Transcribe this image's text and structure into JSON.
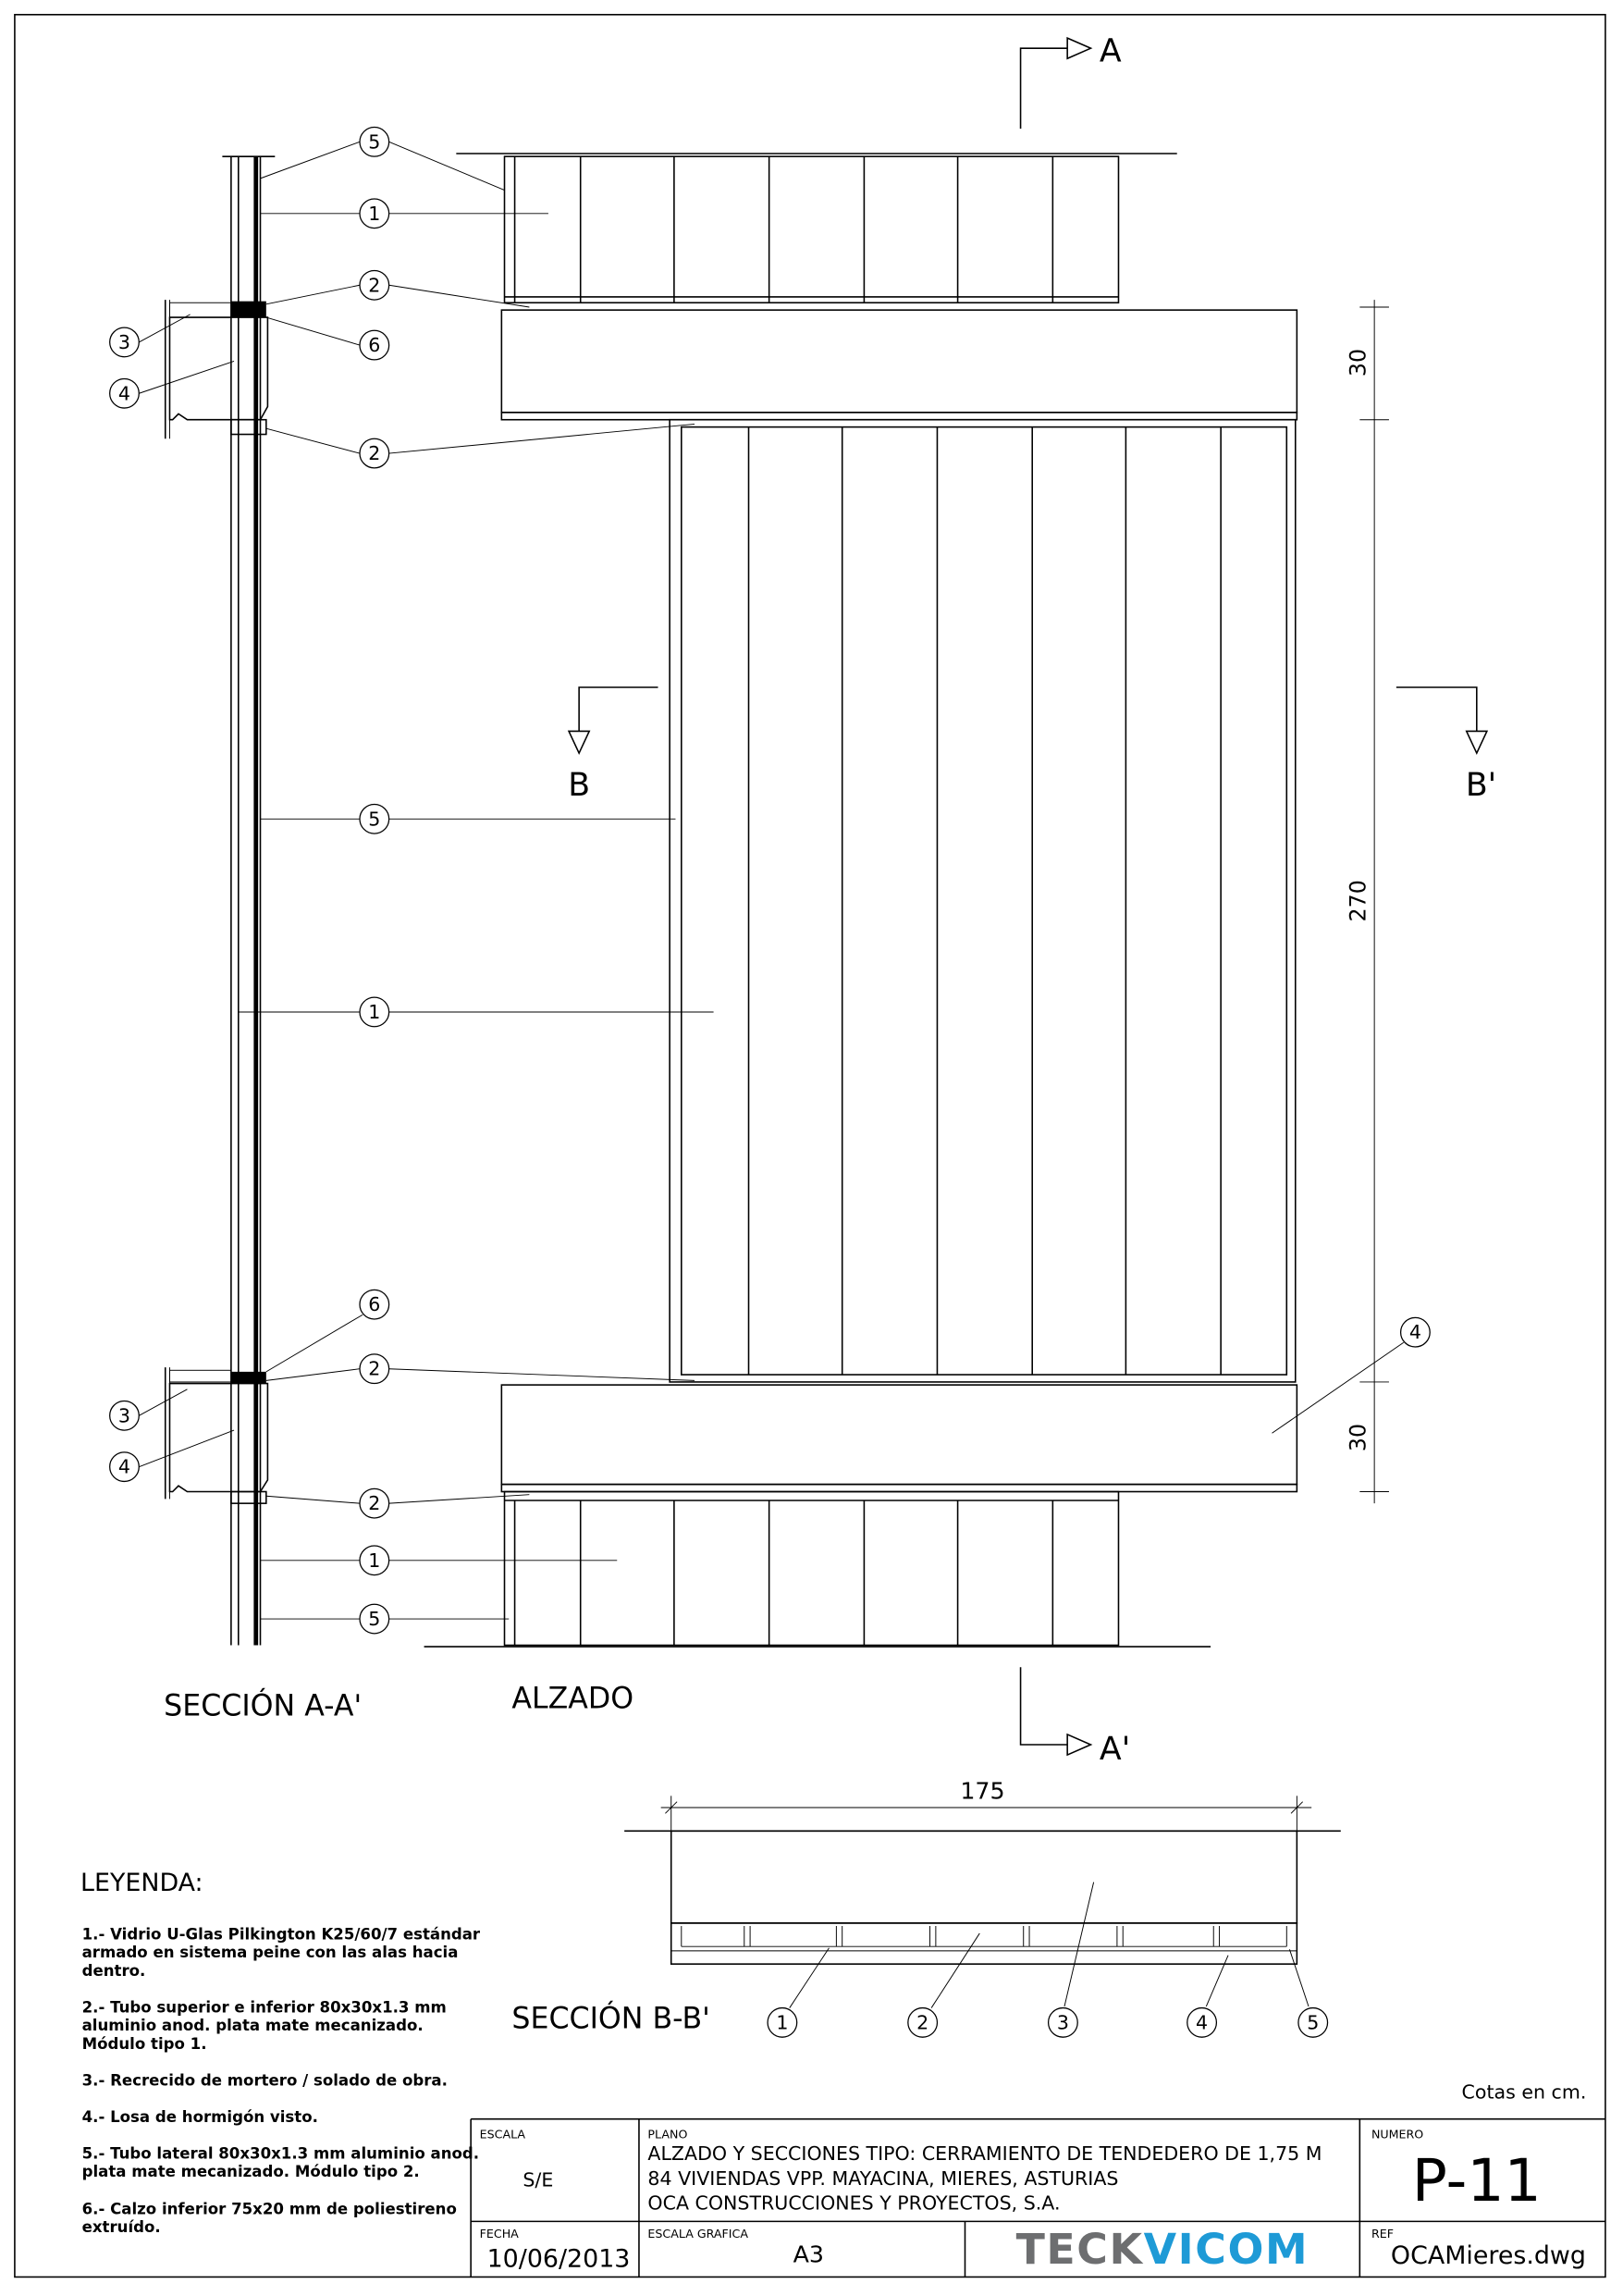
{
  "drawing": {
    "section_markers": {
      "a_top": "A",
      "a_bottom": "A'",
      "b_left": "B",
      "b_right": "B'"
    },
    "view_labels": {
      "section_aa": "SECCIÓN A-A'",
      "elevation": "ALZADO",
      "section_bb": "SECCIÓN B-B'"
    },
    "dimensions": {
      "top_slab": "30",
      "glass_height": "270",
      "bottom_slab": "30",
      "width": "175"
    },
    "units_note": "Cotas en cm.",
    "callouts": {
      "n1": "1",
      "n2": "2",
      "n3": "3",
      "n4": "4",
      "n5": "5",
      "n6": "6"
    }
  },
  "legend": {
    "title": "LEYENDA:",
    "items": [
      [
        "1.- Vidrio U-Glas Pilkington K25/60/7 estándar",
        "armado en sistema peine con las alas hacia",
        "dentro."
      ],
      [
        "2.- Tubo superior e inferior 80x30x1.3 mm",
        "aluminio anod. plata mate mecanizado.",
        "Módulo tipo 1."
      ],
      [
        "3.- Recrecido de mortero / solado de obra."
      ],
      [
        "4.- Losa de hormigón visto."
      ],
      [
        "5.- Tubo lateral 80x30x1.3 mm aluminio anod.",
        "plata mate mecanizado. Módulo tipo 2."
      ],
      [
        "6.- Calzo inferior 75x20 mm de poliestireno",
        "extruído."
      ]
    ]
  },
  "title_block": {
    "escala_label": "ESCALA",
    "escala": "S/E",
    "plano_label": "PLANO",
    "plano_lines": [
      "ALZADO Y SECCIONES TIPO: CERRAMIENTO DE TENDEDERO DE 1,75 M",
      "84 VIVIENDAS VPP. MAYACINA, MIERES, ASTURIAS",
      "OCA CONSTRUCCIONES Y PROYECTOS, S.A."
    ],
    "numero_label": "NUMERO",
    "numero": "P-11",
    "fecha_label": "FECHA",
    "fecha": "10/06/2013",
    "escala_grafica_label": "ESCALA GRAFICA",
    "escala_grafica": "A3",
    "logo": {
      "part1": "TECK",
      "part2": "VICOM",
      "color1": "#6d6e70",
      "color2": "#1e9ad6"
    },
    "ref_label": "REF",
    "ref": "OCAMieres.dwg"
  },
  "colors": {
    "glass_edge": "#8ef2f2",
    "glass_center": "#f2ffff"
  }
}
